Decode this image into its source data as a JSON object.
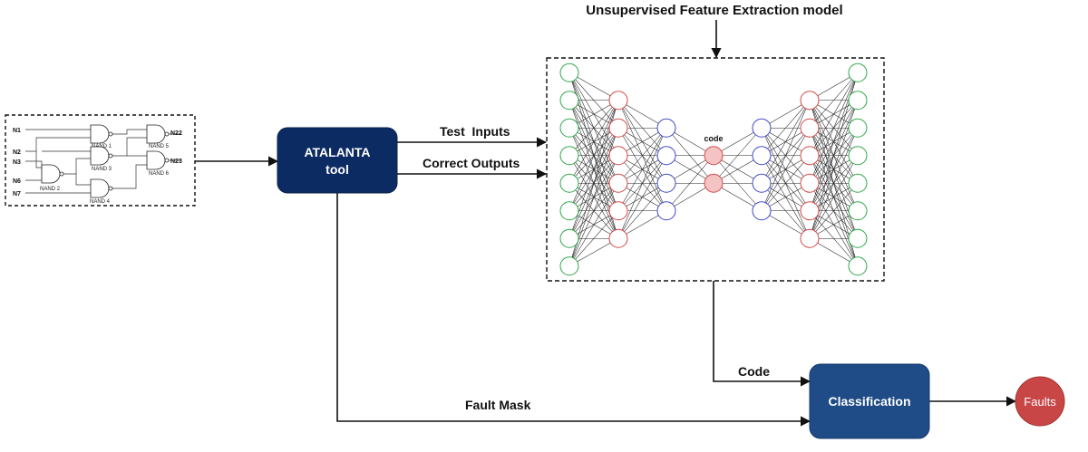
{
  "model_title": "Unsupervised Feature Extraction model",
  "code_layer_label": "code",
  "circuit": {
    "inputs": [
      "N1",
      "N2",
      "N3",
      "N6",
      "N7"
    ],
    "outputs": [
      "N22",
      "N23"
    ],
    "gates": [
      "NAND 1",
      "NAND 2",
      "NAND 3",
      "NAND 4",
      "NAND 5",
      "NAND 6"
    ]
  },
  "atalanta": {
    "line1": "ATALANTA",
    "line2": "tool"
  },
  "edges": {
    "test_inputs": "Test  Inputs",
    "correct_outputs": "Correct Outputs",
    "code": "Code",
    "fault_mask": "Fault Mask"
  },
  "classification": {
    "label": "Classification"
  },
  "faults": {
    "label": "Faults"
  },
  "colors": {
    "box_fill": "#0d2b63",
    "classification_fill": "#1f4b86",
    "faults_fill": "#c94646",
    "green_node": "#2ea84a",
    "red_node": "#d34848",
    "blue_node": "#3c47c8",
    "code_node_fill": "#f4c4c4"
  },
  "autoencoder": {
    "layer_sizes": [
      8,
      6,
      4,
      2,
      4,
      6,
      8
    ],
    "layer_colors": [
      "green",
      "red",
      "blue",
      "code",
      "blue",
      "red",
      "green"
    ]
  }
}
